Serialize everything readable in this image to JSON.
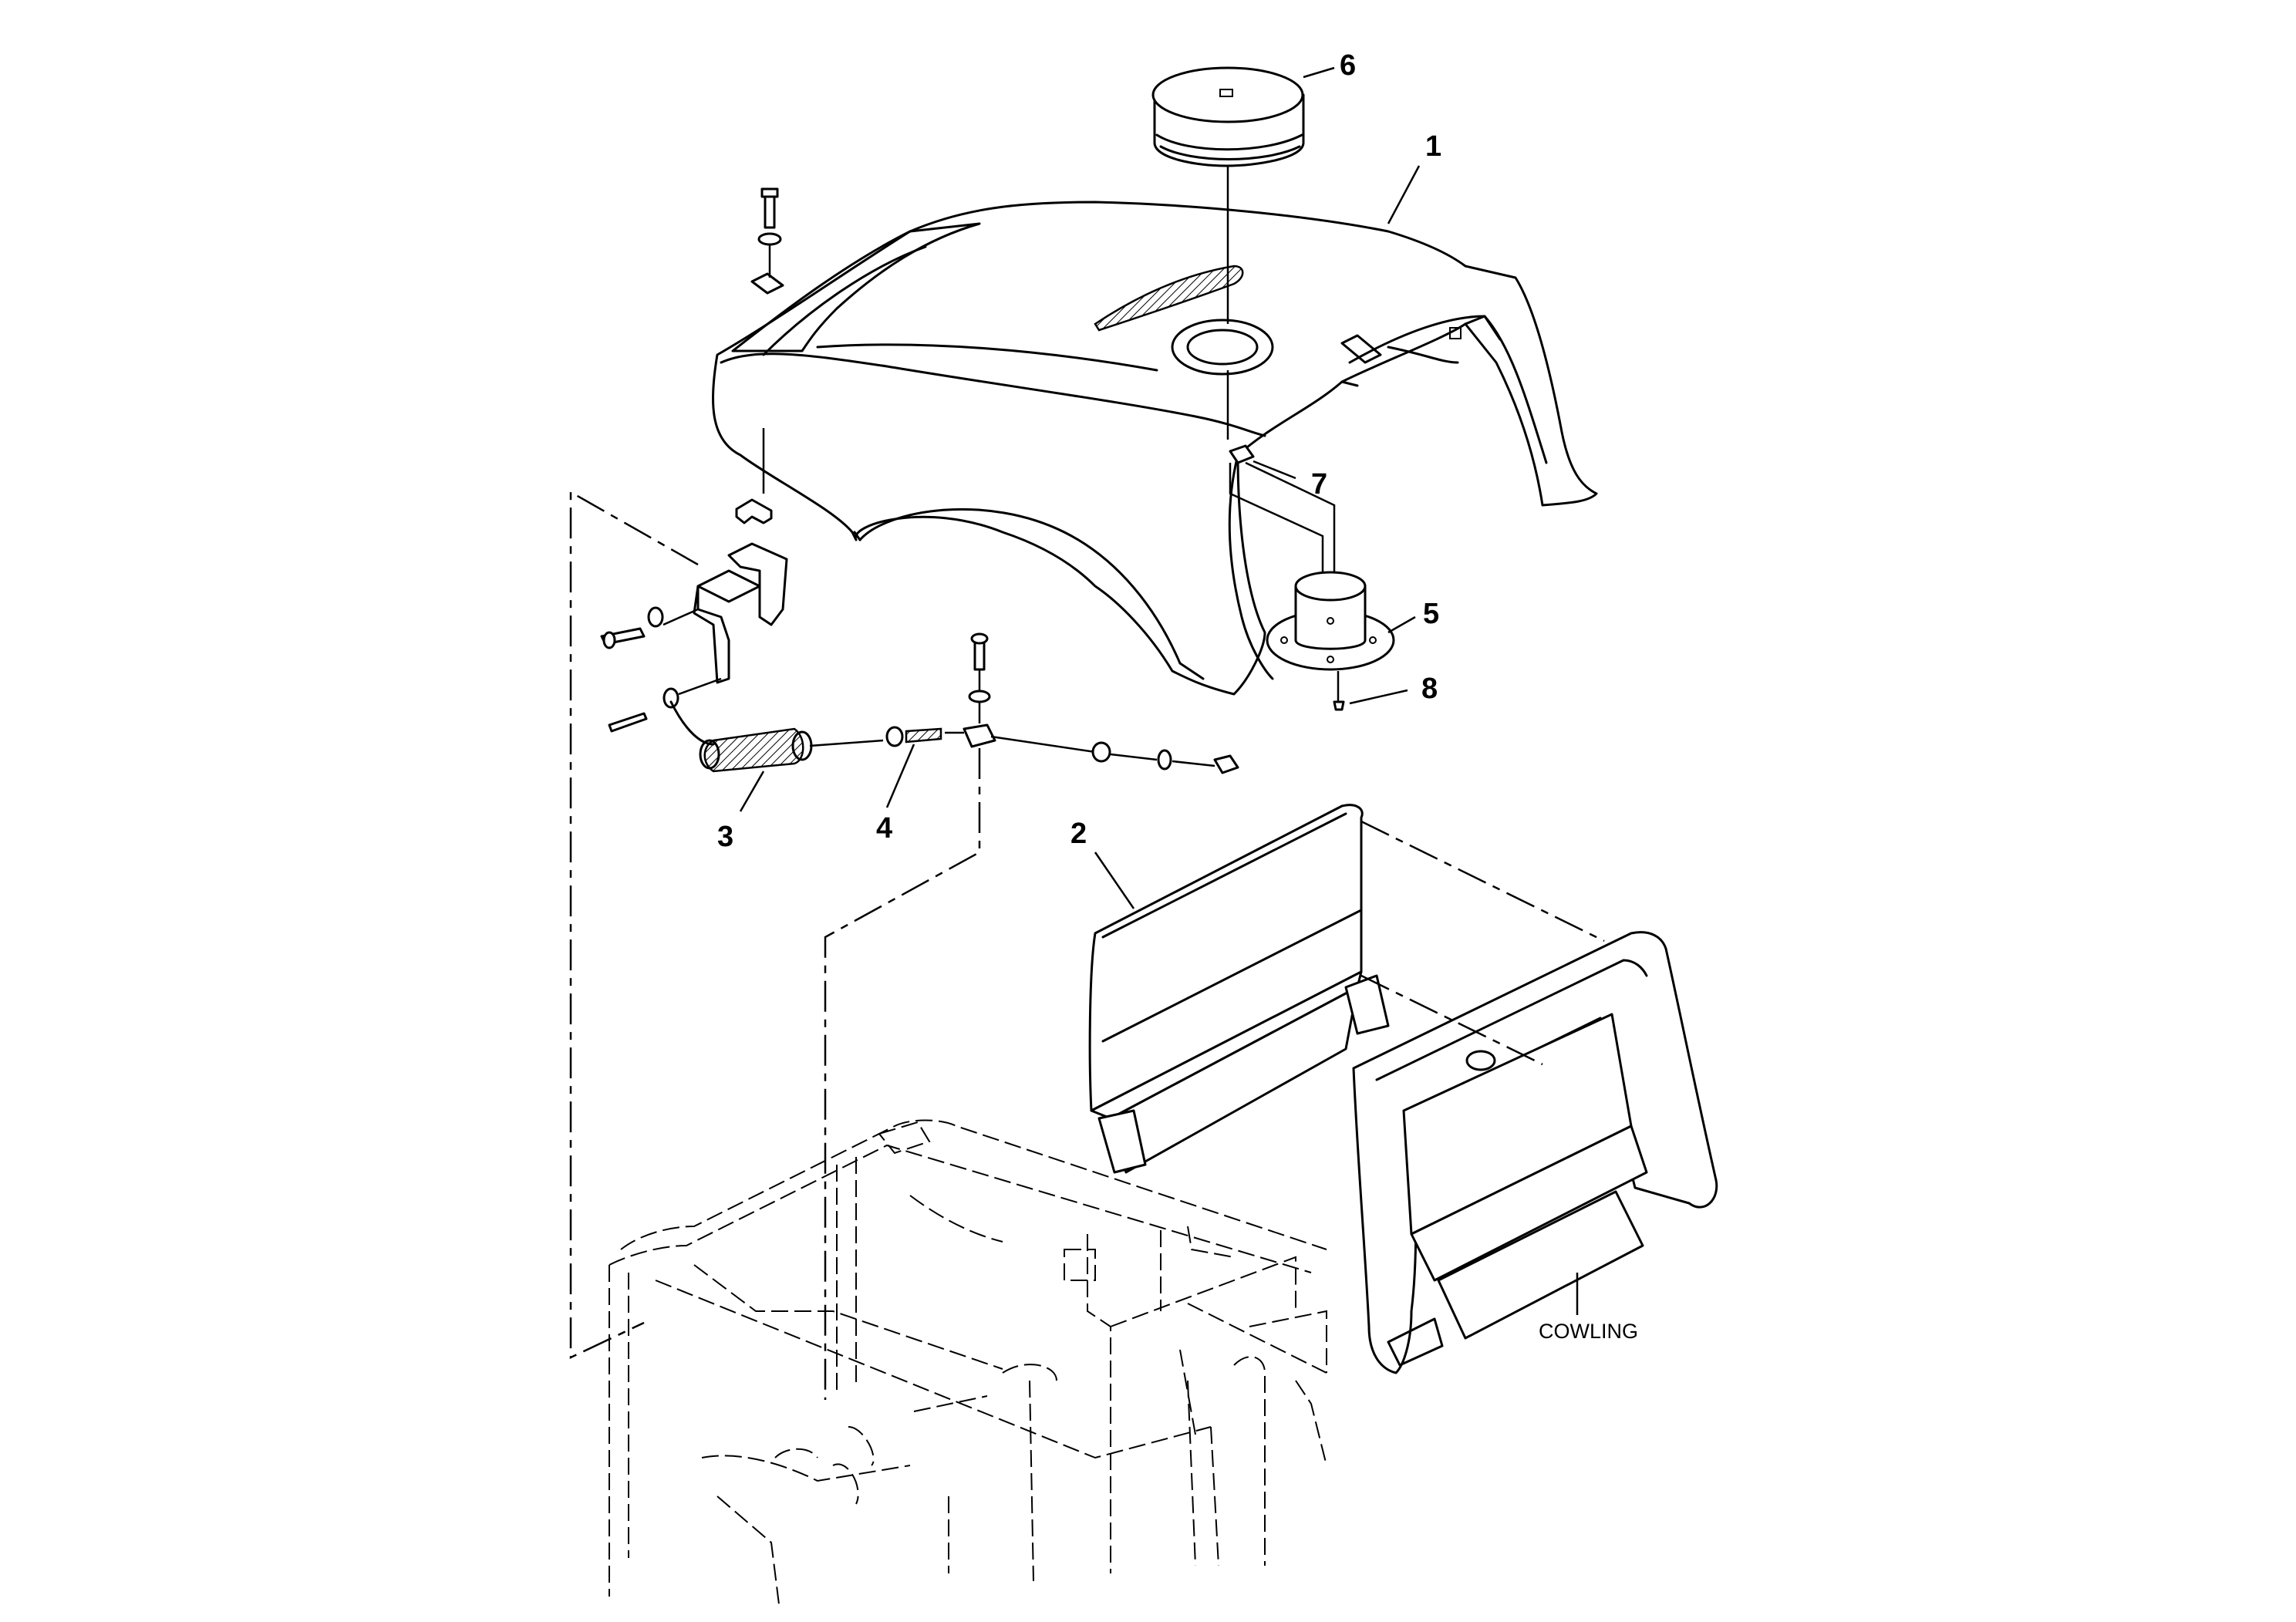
{
  "callouts": {
    "c1": "1",
    "c2": "2",
    "c3": "3",
    "c4": "4",
    "c5": "5",
    "c6": "6",
    "c7": "7",
    "c8": "8"
  },
  "labels": {
    "cowling": "COWLING"
  }
}
